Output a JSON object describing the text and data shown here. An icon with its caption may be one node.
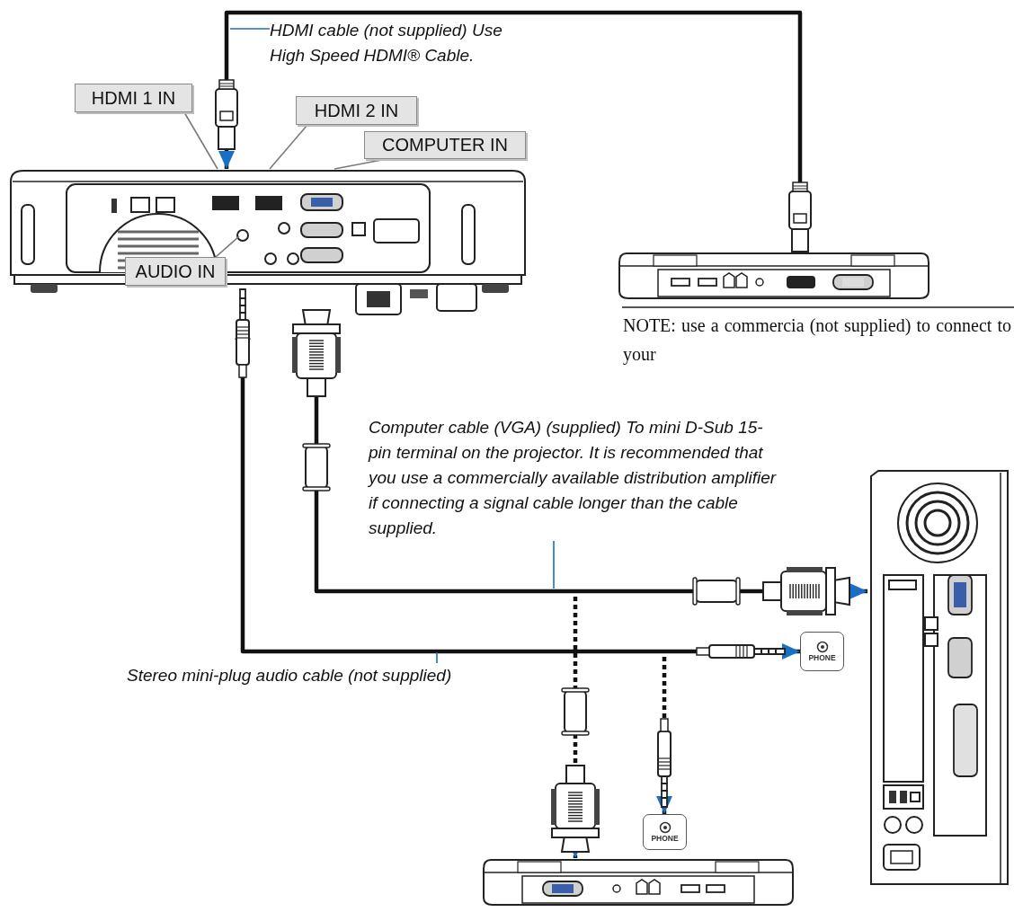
{
  "diagram": {
    "nodes": [
      {
        "text": [
          "HDMI cable (not supplied) Use High Speed HDMI® Cable."
        ]
      },
      {
        "text": [
          "HDMI 1 IN"
        ]
      },
      {
        "text": [
          "HDMI 2 IN"
        ]
      },
      {
        "text": [
          "COMPUTER IN"
        ]
      },
      {
        "text": [],
        "shape": "picture"
      },
      {
        "text": [
          "AUDIO IN"
        ]
      },
      {
        "text": [],
        "shape": "picture"
      },
      {
        "text": [
          "Computer cable (VGA) (supplied) To mini D-Sub 15-pin terminal on the projector. It is recommended that you use a commercially available distribution amplifier if connecting a signal cable longer than the cable supplied."
        ]
      },
      {
        "text": [],
        "shape": "picture"
      },
      {
        "text": [
          "PHONE"
        ]
      },
      {
        "text": [
          "Stereo mini-plug audio cable (not supplied)"
        ]
      },
      {
        "text": [
          "PHONE"
        ]
      },
      {
        "text": [],
        "shape": "picture"
      }
    ],
    "edges": [
      {
        "from": 6,
        "to": 4,
        "arrow": "both",
        "style": "thick"
      },
      {
        "from": 4,
        "to": 8,
        "arrow": "both",
        "style": "thick"
      },
      {
        "from": 4,
        "to": 9,
        "arrow": "both",
        "style": "thick"
      },
      {
        "from": null,
        "to": 12,
        "arrow": "to",
        "style": "dashed"
      },
      {
        "from": null,
        "to": 11,
        "arrow": "to",
        "style": "dashed"
      },
      {
        "from": 1,
        "to": 4,
        "arrow": "none",
        "color": "#7a7a7a"
      },
      {
        "from": 2,
        "to": 4,
        "arrow": "none",
        "color": "#7a7a7a"
      },
      {
        "from": 3,
        "to": 4,
        "arrow": "none",
        "color": "#7a7a7a"
      },
      {
        "from": 5,
        "to": 4,
        "arrow": "none",
        "color": "#7a7a7a"
      },
      {
        "from": 0,
        "to": null,
        "arrow": "none",
        "color": "#1a6fc4"
      },
      {
        "from": 7,
        "to": null,
        "arrow": "none",
        "color": "#1a6fc4"
      },
      {
        "from": 10,
        "to": null,
        "arrow": "none",
        "color": "#1a6fc4"
      }
    ],
    "labels": [
      "NOTE: use a commercia (not supplied) to connect to your"
    ]
  }
}
